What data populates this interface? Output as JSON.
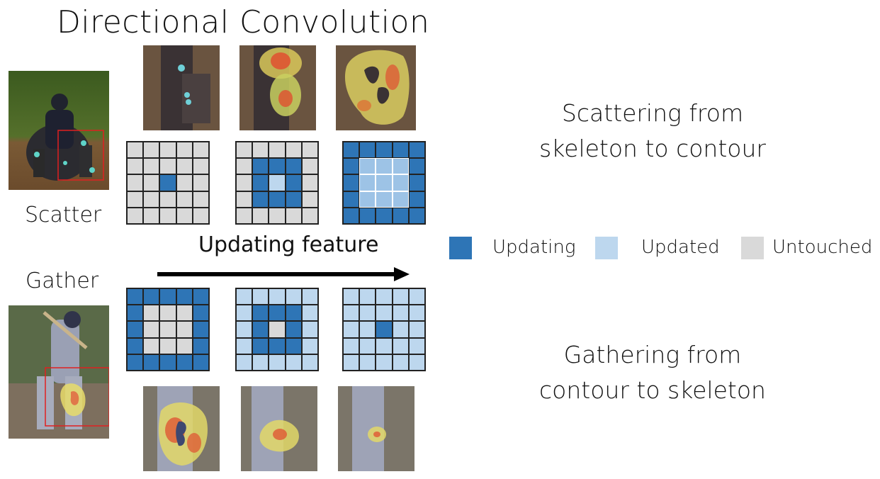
{
  "title": "Directional Convolution",
  "labels": {
    "scatter": "Scatter",
    "gather": "Gather"
  },
  "arrow_label": "Updating feature",
  "descriptions": {
    "scatter": [
      "Scattering from",
      "skeleton to contour"
    ],
    "gather": [
      "Gathering from",
      "contour to skeleton"
    ]
  },
  "legend": [
    {
      "label": "Updating",
      "color": "#2e75b6"
    },
    {
      "label": "Updated",
      "color": "#bdd7ee"
    },
    {
      "label": "Untouched",
      "color": "#d9d9d9"
    }
  ],
  "colors": {
    "updating": "#2e75b6",
    "updated": "#bdd7ee",
    "untouched": "#d9d9d9"
  },
  "grids": {
    "scatter": [
      [
        "UUUUU",
        "UUUUU",
        "UUDUU",
        "UUUUU",
        "UUUUU"
      ],
      [
        "UUUUU",
        "UDDDU",
        "UDPDU",
        "UDDDU",
        "UUUUU"
      ],
      [
        "DDDDD",
        "DWWWD",
        "DWWWD",
        "DWWWD",
        "DDDDD"
      ]
    ],
    "gather": [
      [
        "DDDDD",
        "DUUUD",
        "DUUUD",
        "DUUUD",
        "DDDDD"
      ],
      [
        "PPPPP",
        "PDDDP",
        "PDUDP",
        "PDDDP",
        "PPPPP"
      ],
      [
        "PPPPP",
        "PPPPP",
        "PPDPP",
        "PPPPP",
        "PPPPP"
      ]
    ]
  }
}
